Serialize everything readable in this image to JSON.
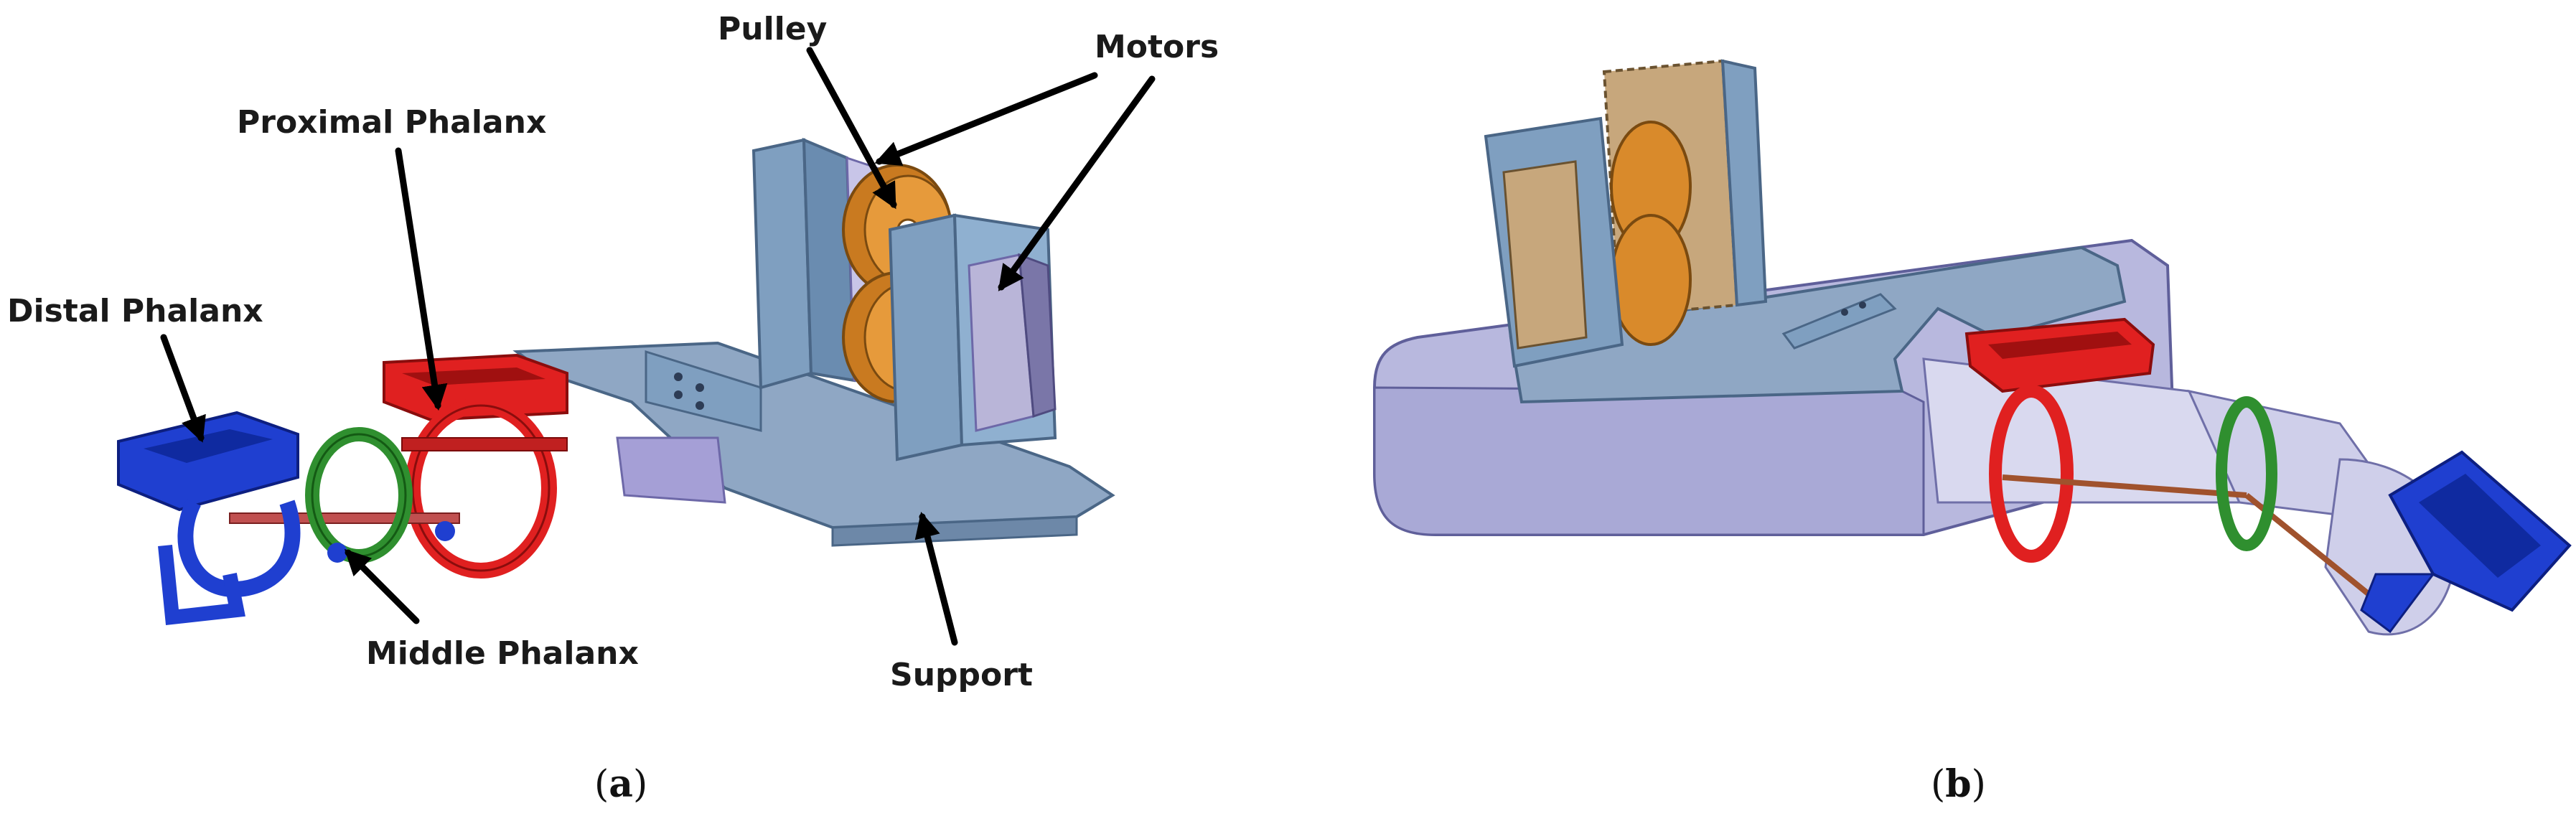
{
  "labels": {
    "pulley": "Pulley",
    "motors": "Motors",
    "proximal_phalanx": "Proximal Phalanx",
    "distal_phalanx": "Distal Phalanx",
    "middle_phalanx": "Middle Phalanx",
    "support": "Support"
  },
  "captions": {
    "a_open": "(",
    "a_letter": "a",
    "a_close": ")",
    "b_open": "(",
    "b_letter": "b",
    "b_close": ")"
  },
  "colors": {
    "support": "#8fa7c4",
    "motor_housing": "#7f9fc0",
    "pulley": "#d98a2b",
    "proximal": "#e02020",
    "middle": "#2f8f2f",
    "distal": "#1f3fd0",
    "motor_body": "#b9b5d8",
    "box_b": "#b8b8de",
    "battery": "#c7a77c"
  }
}
